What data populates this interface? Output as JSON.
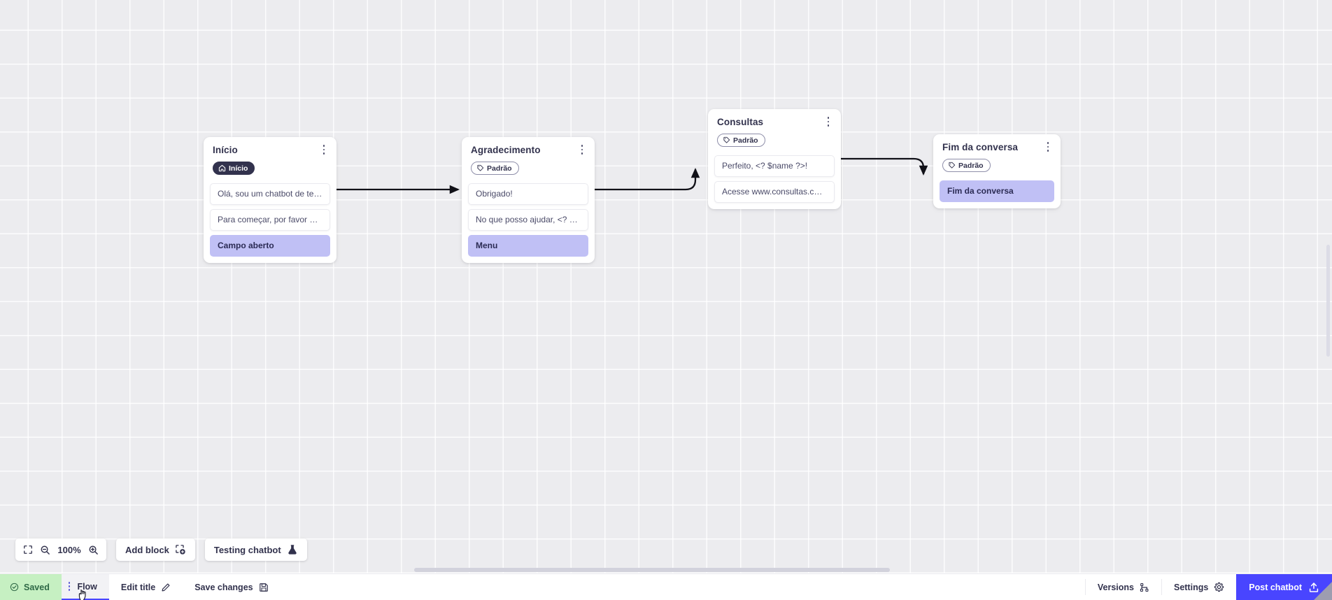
{
  "canvas": {
    "nodes": [
      {
        "id": "inicio",
        "title": "Início",
        "badge": {
          "label": "Início",
          "icon": "home-icon",
          "style": "dark"
        },
        "messages": [
          {
            "text": "Olá, sou um chatbot de teste!",
            "type": "message"
          },
          {
            "text": "Para começar, por favor digite o ...",
            "type": "message"
          },
          {
            "text": "Campo aberto",
            "type": "action"
          }
        ]
      },
      {
        "id": "agradecimento",
        "title": "Agradecimento",
        "badge": {
          "label": "Padrão",
          "icon": "tag-icon",
          "style": "outline"
        },
        "messages": [
          {
            "text": "Obrigado!",
            "type": "message"
          },
          {
            "text": "No que posso ajudar, <? $name ...",
            "type": "message"
          },
          {
            "text": "Menu",
            "type": "action"
          }
        ]
      },
      {
        "id": "consultas",
        "title": "Consultas",
        "badge": {
          "label": "Padrão",
          "icon": "tag-icon",
          "style": "outline"
        },
        "messages": [
          {
            "text": "Perfeito, <? $name ?>!",
            "type": "message"
          },
          {
            "text": "Acesse www.consultas.com par...",
            "type": "message"
          }
        ]
      },
      {
        "id": "fim",
        "title": "Fim da conversa",
        "badge": {
          "label": "Padrão",
          "icon": "tag-icon",
          "style": "outline"
        },
        "messages": [
          {
            "text": "Fim da conversa",
            "type": "action"
          }
        ]
      }
    ]
  },
  "float_tools": {
    "fit_icon": "fit-screen-icon",
    "zoom_out_icon": "zoom-out-icon",
    "zoom_level": "100%",
    "zoom_in_icon": "zoom-in-icon",
    "add_block_label": "Add block",
    "add_block_icon": "add-block-icon",
    "testing_label": "Testing chatbot",
    "testing_icon": "flask-icon"
  },
  "bottom_bar": {
    "saved_label": "Saved",
    "saved_icon": "check-circle-icon",
    "flow_tab_label": "Flow",
    "edit_title_label": "Edit title",
    "edit_title_icon": "pencil-icon",
    "save_changes_label": "Save changes",
    "save_changes_icon": "floppy-disk-icon",
    "versions_label": "Versions",
    "versions_icon": "branch-icon",
    "settings_label": "Settings",
    "settings_icon": "gear-icon",
    "post_label": "Post chatbot",
    "post_icon": "upload-icon"
  },
  "colors": {
    "accent": "#4945ff",
    "action_block": "#c0c0f5",
    "saved_bg": "#c6f0c2",
    "dark_badge": "#32324d",
    "canvas_bg": "#ececef"
  }
}
